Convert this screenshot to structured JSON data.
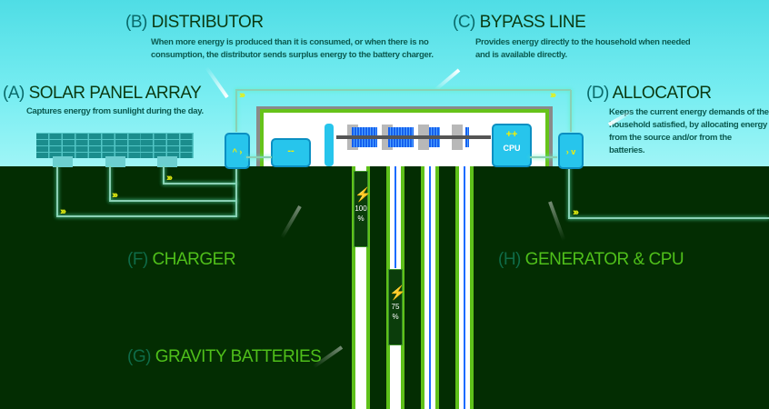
{
  "sections": {
    "solar": {
      "letter": "(A)",
      "name": "SOLAR PANEL ARRAY",
      "description": "Captures energy from sunlight during the day."
    },
    "distributor": {
      "letter": "(B)",
      "name": "DISTRIBUTOR",
      "description_line1": "When more energy is produced than it is consumed, or when there is no",
      "description_line2": "consumption, the distributor sends surplus energy to the battery charger."
    },
    "bypass": {
      "letter": "(C)",
      "name": "BYPASS LINE",
      "description_line1": "Provides energy directly to the household when needed",
      "description_line2": "and is available directly."
    },
    "allocator": {
      "letter": "(D)",
      "name": "ALLOCATOR",
      "description_line1": "Keeps the current energy demands of the",
      "description_line2": "household satisfied, by allocating energy",
      "description_line3": "from the source and/or from the batteries."
    },
    "charger": {
      "letter": "(F)",
      "name": "CHARGER"
    },
    "gravity": {
      "letter": "(G)",
      "name": "GRAVITY BATTERIES"
    },
    "generator": {
      "letter": "(H)",
      "name": "GENERATOR & CPU"
    }
  },
  "devices": {
    "charger_label": "--",
    "cpu_top_label": "++",
    "cpu_label": "CPU"
  },
  "flow_marker": "›››",
  "batteries": [
    {
      "charge_percent": 100,
      "label_value": "100",
      "label_unit": "%"
    },
    {
      "charge_percent": 75,
      "label_value": "75",
      "label_unit": "%"
    }
  ],
  "icons": {
    "bolt": "⚡"
  },
  "colors": {
    "sky": "#7aeef2",
    "ground": "#032d02",
    "accent_green": "#5ec01a",
    "flow_yellow": "#e8f012",
    "device_blue": "#27c5ec"
  }
}
